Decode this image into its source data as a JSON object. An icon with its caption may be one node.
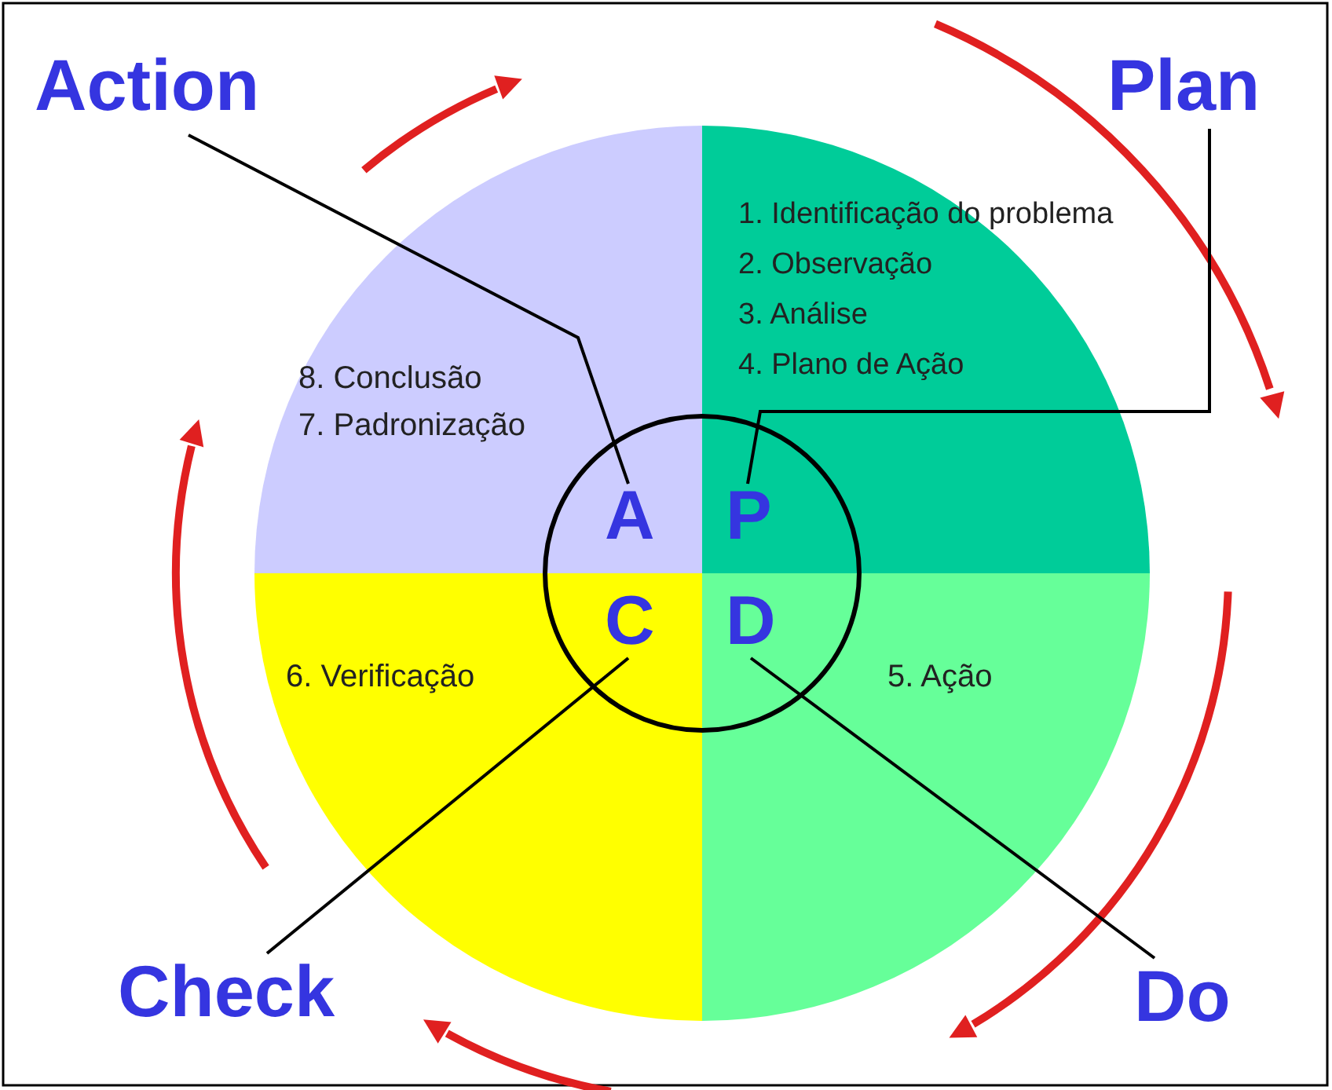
{
  "diagram": {
    "nodes": [
      {
        "text": [
          "Action"
        ]
      },
      {
        "text": [
          "Plan"
        ]
      },
      {
        "text": [
          "8. Conclusão",
          "7. Padronização"
        ]
      },
      {
        "text": [
          "1. Identificação do problema",
          "2. Observação",
          "3. Análise",
          "4. Plano de Ação"
        ]
      },
      {
        "text": [
          "A"
        ],
        "in": 2
      },
      {
        "text": [
          "P"
        ],
        "in": 3
      },
      {
        "text": [
          "C"
        ],
        "in": 8
      },
      {
        "text": [
          "D"
        ],
        "in": 9
      },
      {
        "text": [
          "6. Verificação"
        ]
      },
      {
        "text": [
          "5. Ação"
        ]
      },
      {
        "text": [
          "Check"
        ]
      },
      {
        "text": [
          "Do"
        ]
      }
    ],
    "edges": [
      {
        "from": 0,
        "to": 4,
        "arrow": "none"
      },
      {
        "from": 1,
        "to": 5,
        "arrow": "none"
      },
      {
        "from": 10,
        "to": 6,
        "arrow": "none"
      },
      {
        "from": 11,
        "to": 7,
        "arrow": "none"
      }
    ]
  }
}
